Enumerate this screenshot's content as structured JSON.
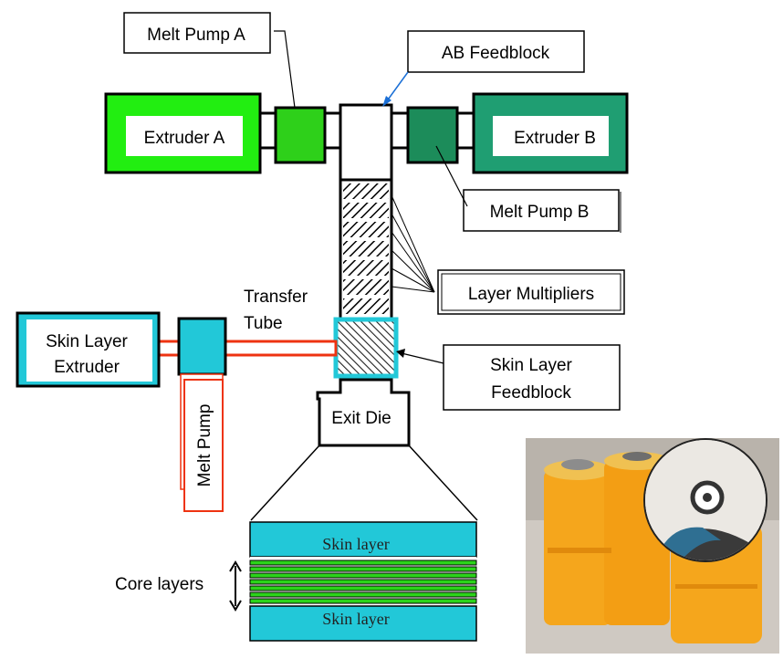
{
  "labels": {
    "melt_pump_a": "Melt Pump A",
    "ab_feedblock": "AB Feedblock",
    "extruder_a": "Extruder A",
    "extruder_b": "Extruder B",
    "melt_pump_b": "Melt Pump  B",
    "layer_multipliers": "Layer Multipliers",
    "transfer_tube_line1": "Transfer",
    "transfer_tube_line2": "Tube",
    "skin_layer_extruder_line1": "Skin Layer",
    "skin_layer_extruder_line2": "Extruder",
    "skin_layer_feedblock_line1": "Skin Layer",
    "skin_layer_feedblock_line2": "Feedblock",
    "melt_pump_vertical": "Melt Pump",
    "exit_die": "Exit Die",
    "skin_layer_top": "Skin layer",
    "skin_layer_bottom": "Skin layer",
    "core_layers": "Core layers"
  },
  "colors": {
    "extruder_a": "#22ee11",
    "melt_pump_a": "#2ed01a",
    "extruder_b": "#1f9e72",
    "melt_pump_b": "#1c8c5a",
    "skin_cyan": "#22c8d8",
    "core_green": "#2bd41a",
    "transfer_red": "#ee3311",
    "arrow_blue": "#1a6fd6",
    "film_orange": "#f5a61c"
  },
  "photo": {
    "description_icon": "film-rolls-photo"
  }
}
